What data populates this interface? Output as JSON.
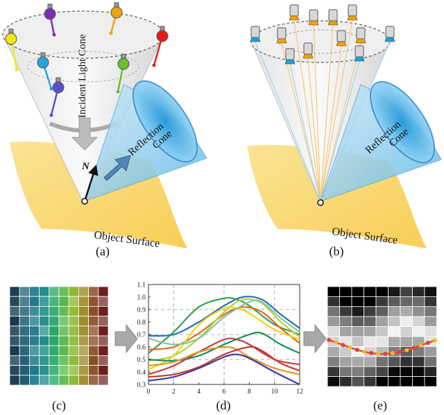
{
  "panels": {
    "a": {
      "caption": "(a)",
      "cone_label": "Incident Light Cone",
      "reflection_label_1": "Reflection",
      "reflection_label_2": "Cone",
      "normal_label": "N",
      "surface_label": "Object Surface",
      "bulb_colors": [
        "#f2e614",
        "#7b2fb0",
        "#f0a20a",
        "#e61c1c",
        "#29a3e0",
        "#6abf2a",
        "#5b4fcf"
      ]
    },
    "b": {
      "caption": "(b)",
      "reflection_label_1": "Reflection",
      "reflection_label_2": "Cone",
      "surface_label": "Object Surface",
      "lamp_colors": {
        "cap_blue": "#1aa0e0",
        "cap_orange": "#f0a000",
        "body": "#d8d8d8"
      }
    },
    "c": {
      "caption": "(c)"
    },
    "d": {
      "caption": "(d)"
    },
    "e": {
      "caption": "(e)"
    }
  },
  "chart_data": {
    "type": "line",
    "xlim": [
      0,
      12
    ],
    "ylim": [
      0.3,
      1.1
    ],
    "x_ticks": [
      "0",
      "2",
      "4",
      "6",
      "8",
      "10",
      "12"
    ],
    "y_ticks": [
      "0.3",
      "0.4",
      "0.5",
      "0.6",
      "0.7",
      "0.8",
      "0.9",
      "1.0",
      "1.1"
    ],
    "grid": "dashed at x=2,6,10 and y=0.5,0.7,0.9",
    "series": [
      {
        "color": "#2b6cb5",
        "x": [
          0,
          2,
          4,
          6,
          7.5,
          9,
          10.5,
          12
        ],
        "y": [
          0.69,
          0.7,
          0.8,
          0.93,
          1.0,
          0.98,
          0.86,
          0.75
        ]
      },
      {
        "color": "#2ea44f",
        "x": [
          0,
          2,
          4,
          6,
          7,
          8,
          10,
          12
        ],
        "y": [
          0.55,
          0.72,
          0.92,
          0.99,
          0.98,
          0.93,
          0.78,
          0.7
        ]
      },
      {
        "color": "#e8641a",
        "x": [
          0,
          2,
          4,
          6,
          7.5,
          9,
          10.5,
          12
        ],
        "y": [
          0.58,
          0.6,
          0.71,
          0.86,
          0.92,
          0.88,
          0.75,
          0.63
        ]
      },
      {
        "color": "#b7d040",
        "x": [
          0,
          2,
          4,
          6,
          7.5,
          9,
          10.5,
          12
        ],
        "y": [
          0.49,
          0.53,
          0.67,
          0.88,
          0.98,
          0.95,
          0.8,
          0.68
        ]
      },
      {
        "color": "#f2d21a",
        "x": [
          0,
          2,
          4,
          6,
          7,
          8,
          10,
          12
        ],
        "y": [
          0.42,
          0.53,
          0.78,
          0.91,
          0.91,
          0.87,
          0.74,
          0.66
        ]
      },
      {
        "color": "#7fc8a0",
        "x": [
          0,
          2,
          4,
          6,
          8,
          9,
          10.5,
          12
        ],
        "y": [
          0.67,
          0.62,
          0.67,
          0.84,
          0.96,
          0.96,
          0.83,
          0.72
        ]
      },
      {
        "color": "#d13c3c",
        "x": [
          0,
          2,
          4,
          6,
          7,
          8,
          10,
          12
        ],
        "y": [
          0.38,
          0.45,
          0.56,
          0.66,
          0.66,
          0.62,
          0.5,
          0.46
        ]
      },
      {
        "color": "#1f8a5c",
        "x": [
          0,
          2,
          4,
          6,
          8,
          9,
          10.5,
          12
        ],
        "y": [
          0.5,
          0.49,
          0.53,
          0.62,
          0.7,
          0.71,
          0.62,
          0.55
        ]
      },
      {
        "color": "#e0962a",
        "x": [
          0,
          2,
          4,
          6,
          7,
          8,
          10,
          12
        ],
        "y": [
          0.45,
          0.48,
          0.56,
          0.6,
          0.58,
          0.52,
          0.43,
          0.38
        ]
      },
      {
        "color": "#c63a2e",
        "x": [
          0,
          2,
          4,
          6,
          8,
          9,
          10.5,
          12
        ],
        "y": [
          0.36,
          0.38,
          0.44,
          0.54,
          0.6,
          0.57,
          0.47,
          0.41
        ]
      },
      {
        "color": "#3b3fa0",
        "x": [
          0,
          2,
          4,
          6,
          7,
          8,
          10,
          12
        ],
        "y": [
          0.33,
          0.36,
          0.43,
          0.52,
          0.54,
          0.51,
          0.4,
          0.3
        ]
      }
    ]
  },
  "grid_c": {
    "rows": 10,
    "cols": 10,
    "palette": [
      "#163a4f",
      "#1d5e73",
      "#207a8a",
      "#1f8f8a",
      "#2aa86a",
      "#57b94a",
      "#8fb836",
      "#9e8c2a",
      "#8a4e26",
      "#6e1e1e"
    ]
  },
  "grid_e": {
    "rows": 10,
    "cols": 9,
    "curve_color": "#e84a2a",
    "point_colors": [
      "#e04040",
      "#2a5ec0",
      "#e8c020",
      "#3aa050"
    ]
  }
}
